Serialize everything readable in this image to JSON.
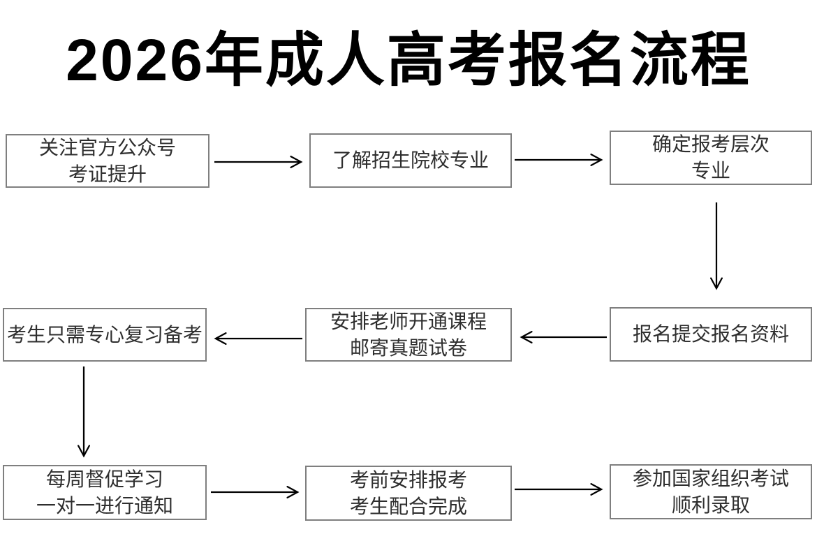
{
  "title": "2026年成人高考报名流程",
  "flowchart": {
    "steps": [
      {
        "id": 1,
        "lines": [
          "关注官方公众号",
          "考证提升"
        ]
      },
      {
        "id": 2,
        "lines": [
          "了解招生院校专业"
        ]
      },
      {
        "id": 3,
        "lines": [
          "确定报考层次",
          "专业"
        ]
      },
      {
        "id": 4,
        "lines": [
          "报名提交报名资料"
        ]
      },
      {
        "id": 5,
        "lines": [
          "安排老师开通课程",
          "邮寄真题试卷"
        ]
      },
      {
        "id": 6,
        "lines": [
          "考生只需专心复习备考"
        ]
      },
      {
        "id": 7,
        "lines": [
          "每周督促学习",
          "一对一进行通知"
        ]
      },
      {
        "id": 8,
        "lines": [
          "考前安排报考",
          "考生配合完成"
        ]
      },
      {
        "id": 9,
        "lines": [
          "参加国家组织考试",
          "顺利录取"
        ]
      }
    ],
    "flow_order": [
      "step-1 → step-2",
      "step-2 → step-3",
      "step-3 ↓ step-4",
      "step-4 ← step-5",
      "step-5 ← step-6",
      "step-6 ↓ step-7",
      "step-7 → step-8",
      "step-8 → step-9"
    ]
  },
  "colors": {
    "background": "#ffffff",
    "title_text": "#000000",
    "box_border": "#7f7f7f",
    "box_text": "#2e2e2e",
    "arrow": "#000000"
  }
}
